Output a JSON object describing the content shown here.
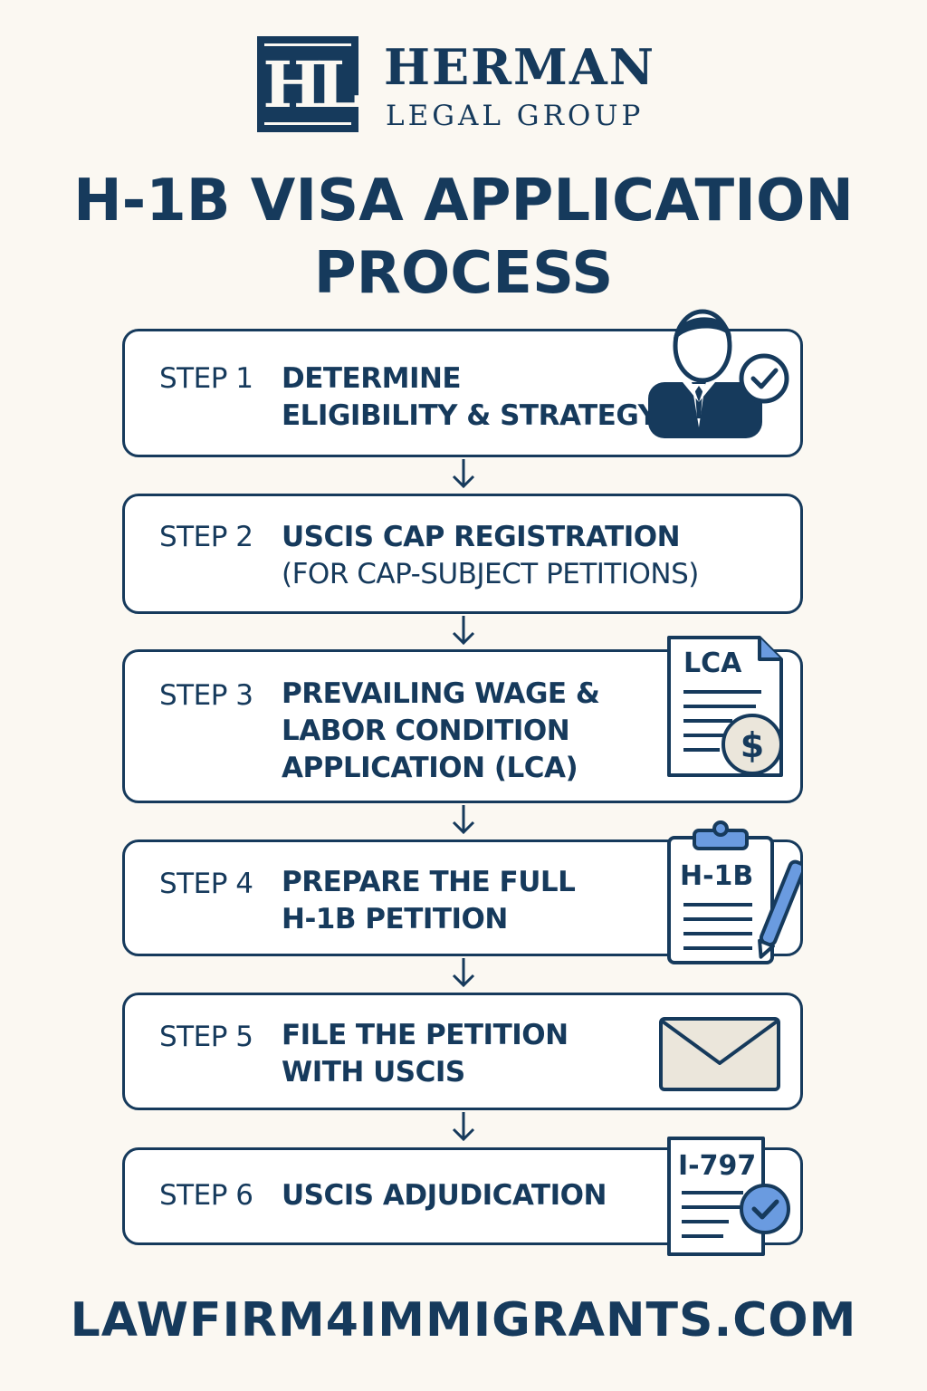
{
  "brand": {
    "logo_text": "HL",
    "name": "HERMAN",
    "subtitle": "LEGAL GROUP",
    "primary_color": "#163a5c",
    "accent_color": "#6a9be0",
    "background_color": "#fbf8f2"
  },
  "title": {
    "line1": "H-1B VISA APPLICATION",
    "line2": "PROCESS"
  },
  "steps": [
    {
      "label": "STEP 1",
      "line1": "DETERMINE",
      "line2": "ELIGIBILITY & STRATEGY",
      "icon": "businessman-check-icon"
    },
    {
      "label": "STEP 2",
      "line1": "USCIS CAP REGISTRATION",
      "line2": "(FOR CAP-SUBJECT PETITIONS)",
      "icon": ""
    },
    {
      "label": "STEP 3",
      "line1": "PREVAILING WAGE &",
      "line2": "LABOR CONDITION",
      "line3": "APPLICATION (LCA)",
      "icon": "lca-document-icon",
      "icon_text": "LCA"
    },
    {
      "label": "STEP 4",
      "line1": "PREPARE THE FULL",
      "line2": "H-1B PETITION",
      "icon": "clipboard-pen-icon",
      "icon_text": "H-1B"
    },
    {
      "label": "STEP 5",
      "line1": "FILE THE PETITION",
      "line2": "WITH USCIS",
      "icon": "envelope-icon"
    },
    {
      "label": "STEP 6",
      "line1": "USCIS ADJUDICATION",
      "icon": "approval-notice-icon",
      "icon_text": "I-797"
    }
  ],
  "footer": {
    "website": "LAWFIRM4IMMIGRANTS.COM"
  }
}
